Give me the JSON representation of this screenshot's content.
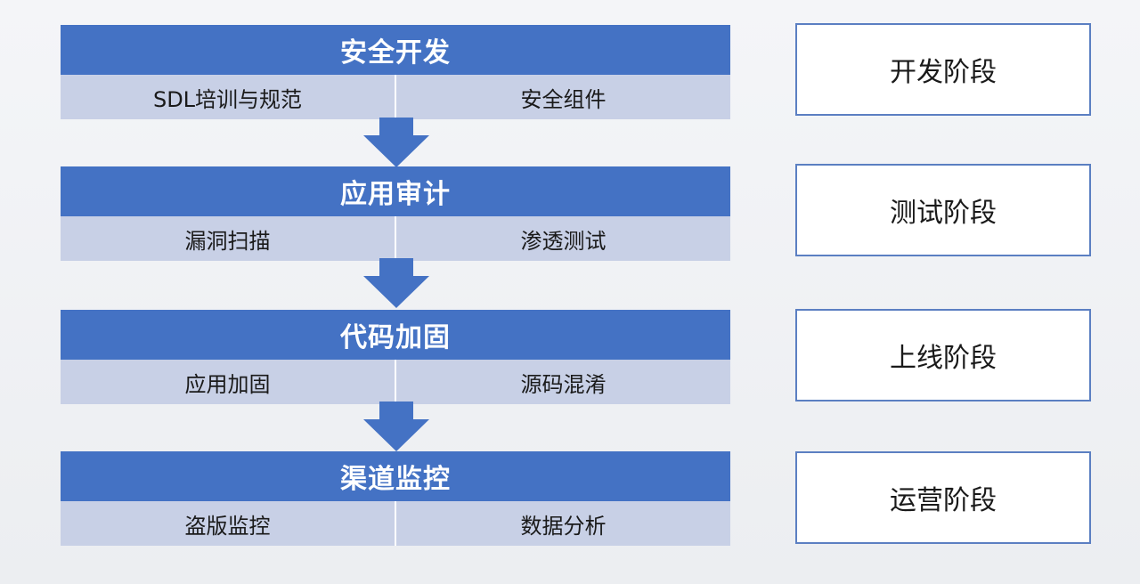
{
  "stages": [
    {
      "title": "安全开发",
      "items": [
        "SDL培训与规范",
        "安全组件"
      ]
    },
    {
      "title": "应用审计",
      "items": [
        "漏洞扫描",
        "渗透测试"
      ]
    },
    {
      "title": "代码加固",
      "items": [
        "应用加固",
        "源码混淆"
      ]
    },
    {
      "title": "渠道监控",
      "items": [
        "盗版监控",
        "数据分析"
      ]
    }
  ],
  "phases": [
    "开发阶段",
    "测试阶段",
    "上线阶段",
    "运营阶段"
  ],
  "colors": {
    "header_fill": "#4472c4",
    "item_fill": "#c8d0e6",
    "arrow_fill": "#4472c4",
    "phase_border": "#5b7fc2"
  }
}
